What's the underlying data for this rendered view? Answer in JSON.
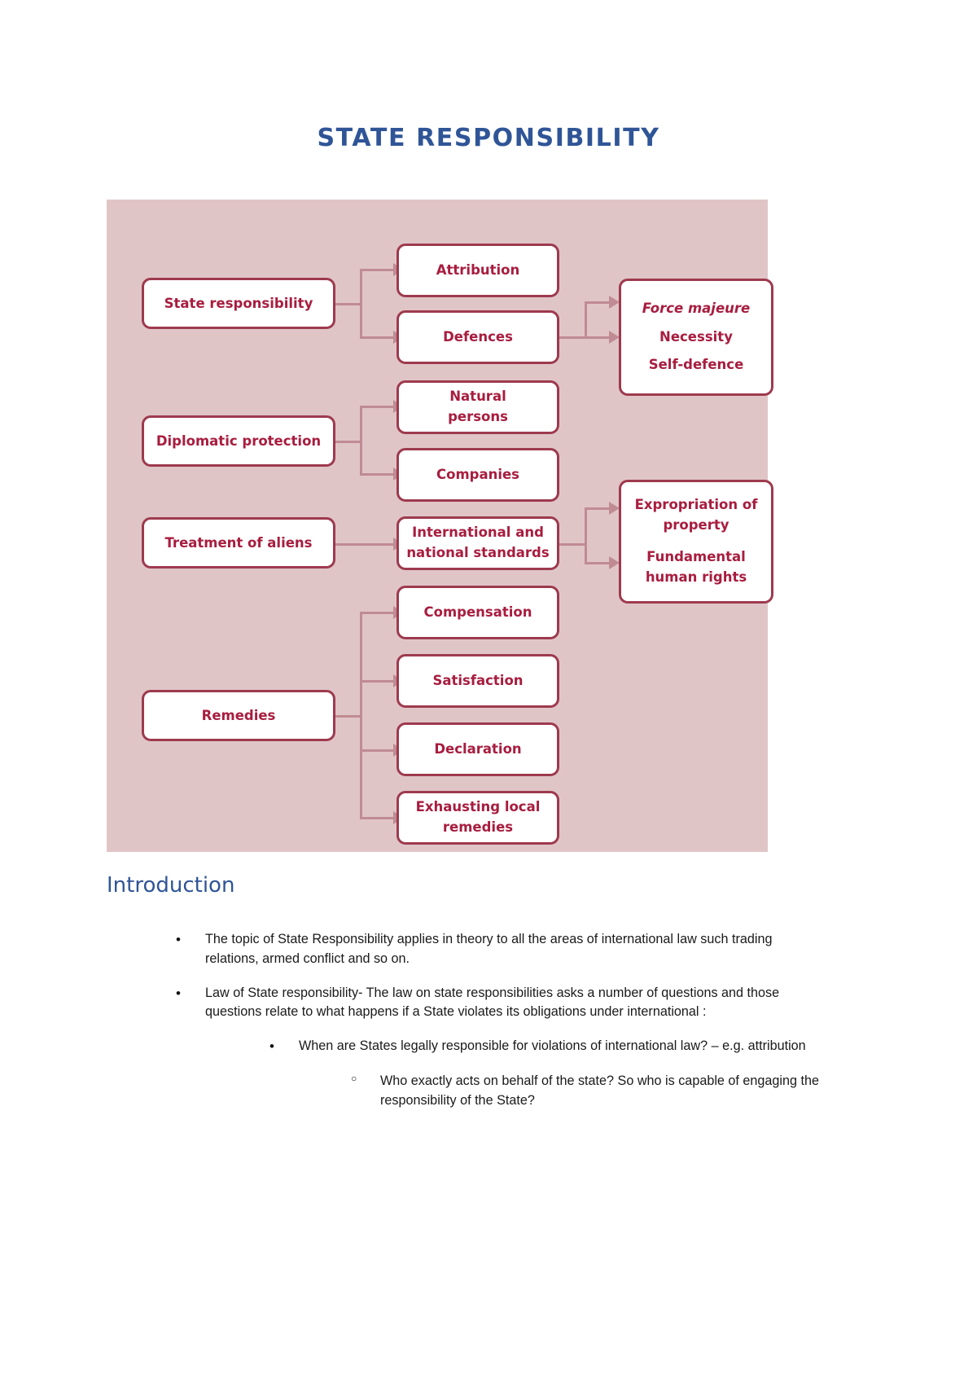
{
  "document": {
    "title": "STATE RESPONSIBILITY",
    "section_heading": "Introduction"
  },
  "diagram": {
    "background_color": "#e0c5c7",
    "node_border_color": "#9e3a4e",
    "node_text_color": "#a81d3f",
    "connector_color": "#c08b93",
    "nodes": {
      "state_responsibility": "State responsibility",
      "attribution": "Attribution",
      "defences": "Defences",
      "force_majeure": "Force majeure",
      "necessity": "Necessity",
      "self_defence": "Self-defence",
      "diplomatic_protection": "Diplomatic protection",
      "natural_persons_line1": "Natural",
      "natural_persons_line2": "persons",
      "companies": "Companies",
      "treatment_of_aliens": "Treatment of aliens",
      "standards_line1": "International and",
      "standards_line2": "national standards",
      "expropriation_line1": "Expropriation of",
      "expropriation_line2": "property",
      "fundamental_line1": "Fundamental",
      "fundamental_line2": "human rights",
      "remedies": "Remedies",
      "compensation": "Compensation",
      "satisfaction": "Satisfaction",
      "declaration": "Declaration",
      "exhausting_line1": "Exhausting local",
      "exhausting_line2": "remedies"
    }
  },
  "content": {
    "bullets": [
      {
        "level": 1,
        "glyph": "•",
        "text": "The topic of State Responsibility applies in theory to all the areas of international law such trading relations, armed conflict and so on."
      },
      {
        "level": 1,
        "glyph": "•",
        "text": "Law of State responsibility- The law on state responsibilities asks a number of questions and those questions relate to what happens if a State violates its obligations under international :"
      },
      {
        "level": 2,
        "glyph": "•",
        "text": "When are States legally responsible for violations of international law? – e.g. attribution"
      },
      {
        "level": 3,
        "glyph": "○",
        "text": "Who exactly acts on behalf of the state? So who is capable of engaging the responsibility of the State?"
      }
    ]
  }
}
